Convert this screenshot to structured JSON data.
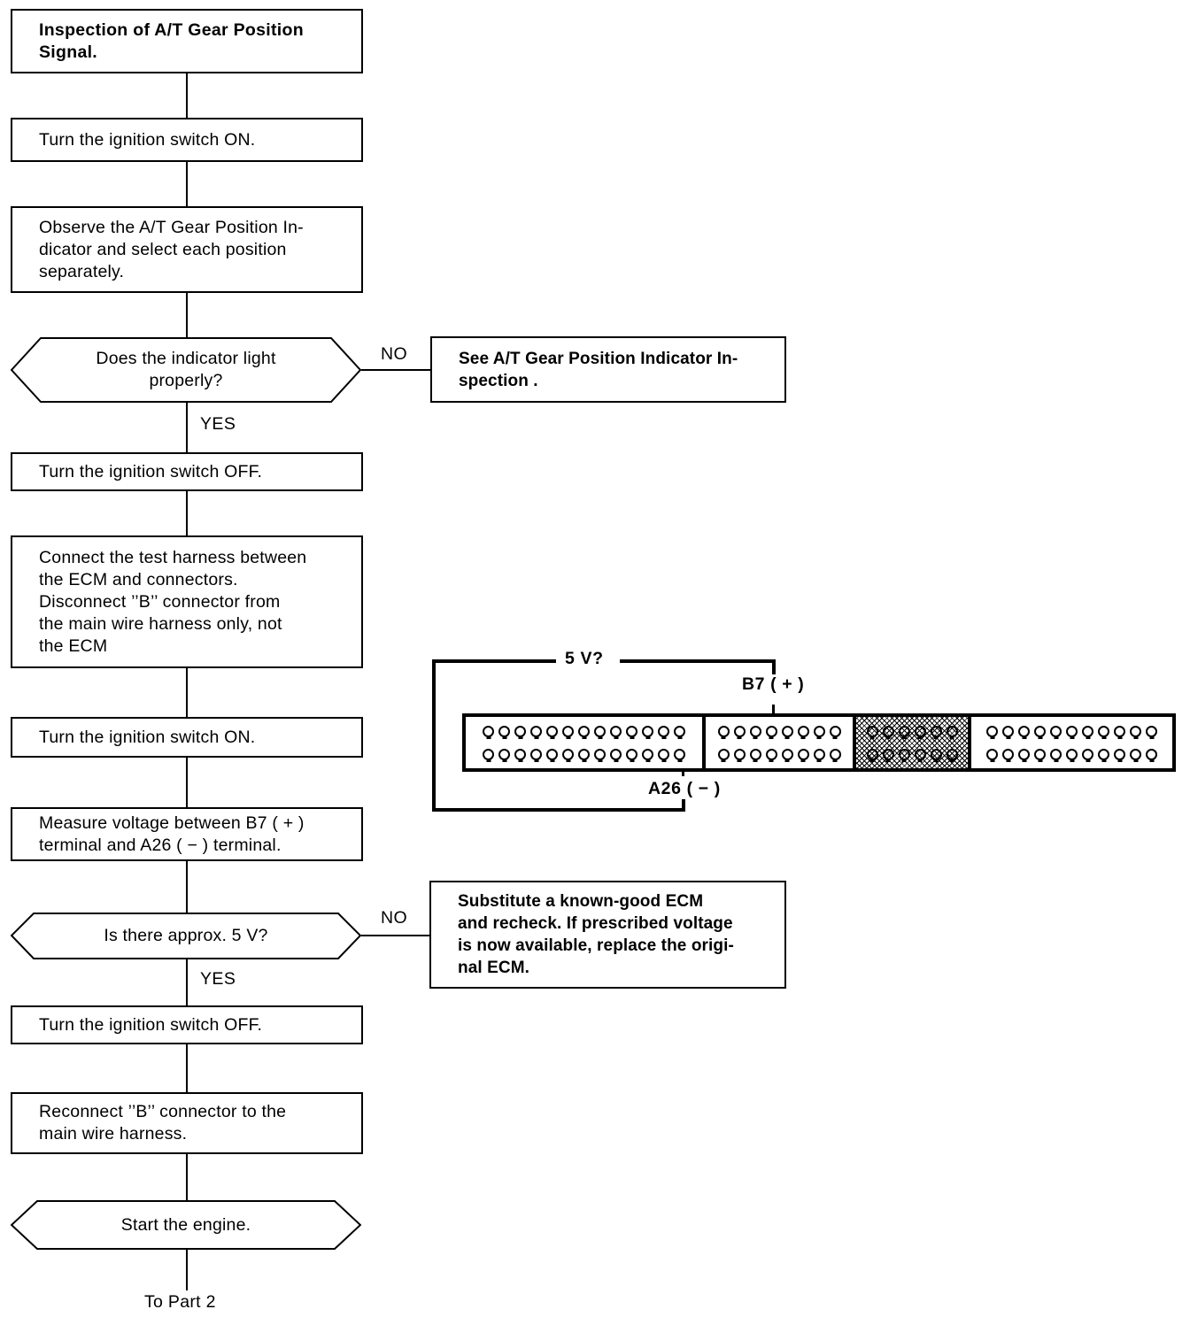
{
  "diagram": {
    "title": "Inspection of A/T Gear Position Signal - Part 1 flowchart",
    "footer": "To Part 2"
  },
  "nodes": [
    {
      "id": "start",
      "text": "Inspection of A/T Gear Position\nSignal."
    },
    {
      "id": "ign-on-1",
      "text": "Turn the ignition switch ON."
    },
    {
      "id": "observe",
      "text": "Observe the A/T Gear Position In-\ndicator and select each position\nseparately."
    },
    {
      "id": "decision-1",
      "text": "Does the indicator light\nproperly?"
    },
    {
      "id": "see-indicator",
      "text": "See A/T Gear Position Indicator In-\nspection ."
    },
    {
      "id": "ign-off-1",
      "text": "Turn the ignition switch OFF."
    },
    {
      "id": "connect",
      "text": "Connect the test harness between\nthe ECM and connectors.\nDisconnect ’’B’’ connector from\nthe main wire harness only, not\nthe ECM"
    },
    {
      "id": "ign-on-2",
      "text": "Turn the ignition switch ON."
    },
    {
      "id": "measure",
      "text": "Measure voltage between B7 ( + )\nterminal and A26 ( − ) terminal."
    },
    {
      "id": "decision-2",
      "text": "Is there approx. 5 V?"
    },
    {
      "id": "substitute",
      "text": "Substitute a known-good ECM\nand recheck. If prescribed voltage\nis now available, replace the origi-\nnal ECM."
    },
    {
      "id": "ign-off-2",
      "text": "Turn the ignition switch OFF."
    },
    {
      "id": "reconnect",
      "text": "Reconnect ’’B’’ connector to the\nmain wire harness."
    },
    {
      "id": "start-engine",
      "text": "Start the engine."
    }
  ],
  "branch_labels": {
    "no_1": "NO",
    "yes_1": "YES",
    "no_2": "NO",
    "yes_2": "YES"
  },
  "connector_diagram": {
    "measure_label": "5 V?",
    "positive_label": "B7 ( + )",
    "negative_label": "A26 ( − )",
    "segments": [
      {
        "name": "segment-a",
        "pins_per_row": 13,
        "rows": 2,
        "hatched": false
      },
      {
        "name": "segment-b",
        "pins_per_row": 8,
        "rows": 2,
        "hatched": false
      },
      {
        "name": "segment-c",
        "pins_per_row": 6,
        "rows": 2,
        "hatched": true
      },
      {
        "name": "segment-d",
        "pins_per_row": 11,
        "rows": 2,
        "hatched": false
      }
    ]
  },
  "colors": {
    "ink": "#000000",
    "paper": "#ffffff"
  }
}
